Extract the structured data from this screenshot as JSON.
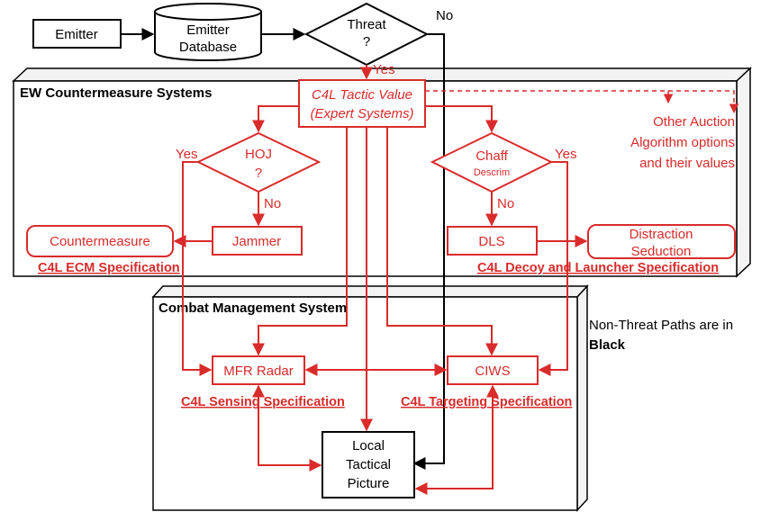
{
  "nodes": {
    "emitter": "Emitter",
    "db_line1": "Emitter",
    "db_line2": "Database",
    "threat_line1": "Threat",
    "threat_line2": "?",
    "no_top": "No",
    "yes_top": "Yes",
    "tactic_line1": "C4L Tactic Value",
    "tactic_line2": "(Expert Systems)",
    "other_line1": "Other Auction",
    "other_line2": "Algorithm options",
    "other_line3": "and their values",
    "hoj_line1": "HOJ",
    "hoj_line2": "?",
    "hoj_yes": "Yes",
    "hoj_no": "No",
    "chaff_line1": "Chaff",
    "chaff_line2": "Descrim",
    "chaff_yes": "Yes",
    "chaff_no": "No",
    "countermeasure": "Countermeasure",
    "jammer": "Jammer",
    "dls": "DLS",
    "distraction_line1": "Distraction",
    "distraction_line2": "Seduction",
    "mfr": "MFR Radar",
    "ciws": "CIWS",
    "ltp_line1": "Local",
    "ltp_line2": "Tactical",
    "ltp_line3": "Picture"
  },
  "panels": {
    "ew_title": "EW Countermeasure Systems",
    "cms_title": "Combat Management System"
  },
  "specs": {
    "ecm": "C4L ECM Specification",
    "decoy": "C4L Decoy  and Launcher Specification",
    "sensing": "C4L Sensing Specification",
    "targeting": "C4L Targeting Specification"
  },
  "note": {
    "line1": "Non-Threat Paths are in",
    "line2": "Black"
  },
  "colors": {
    "threat_path": "#d92b2b",
    "non_threat_path": "#000000"
  }
}
